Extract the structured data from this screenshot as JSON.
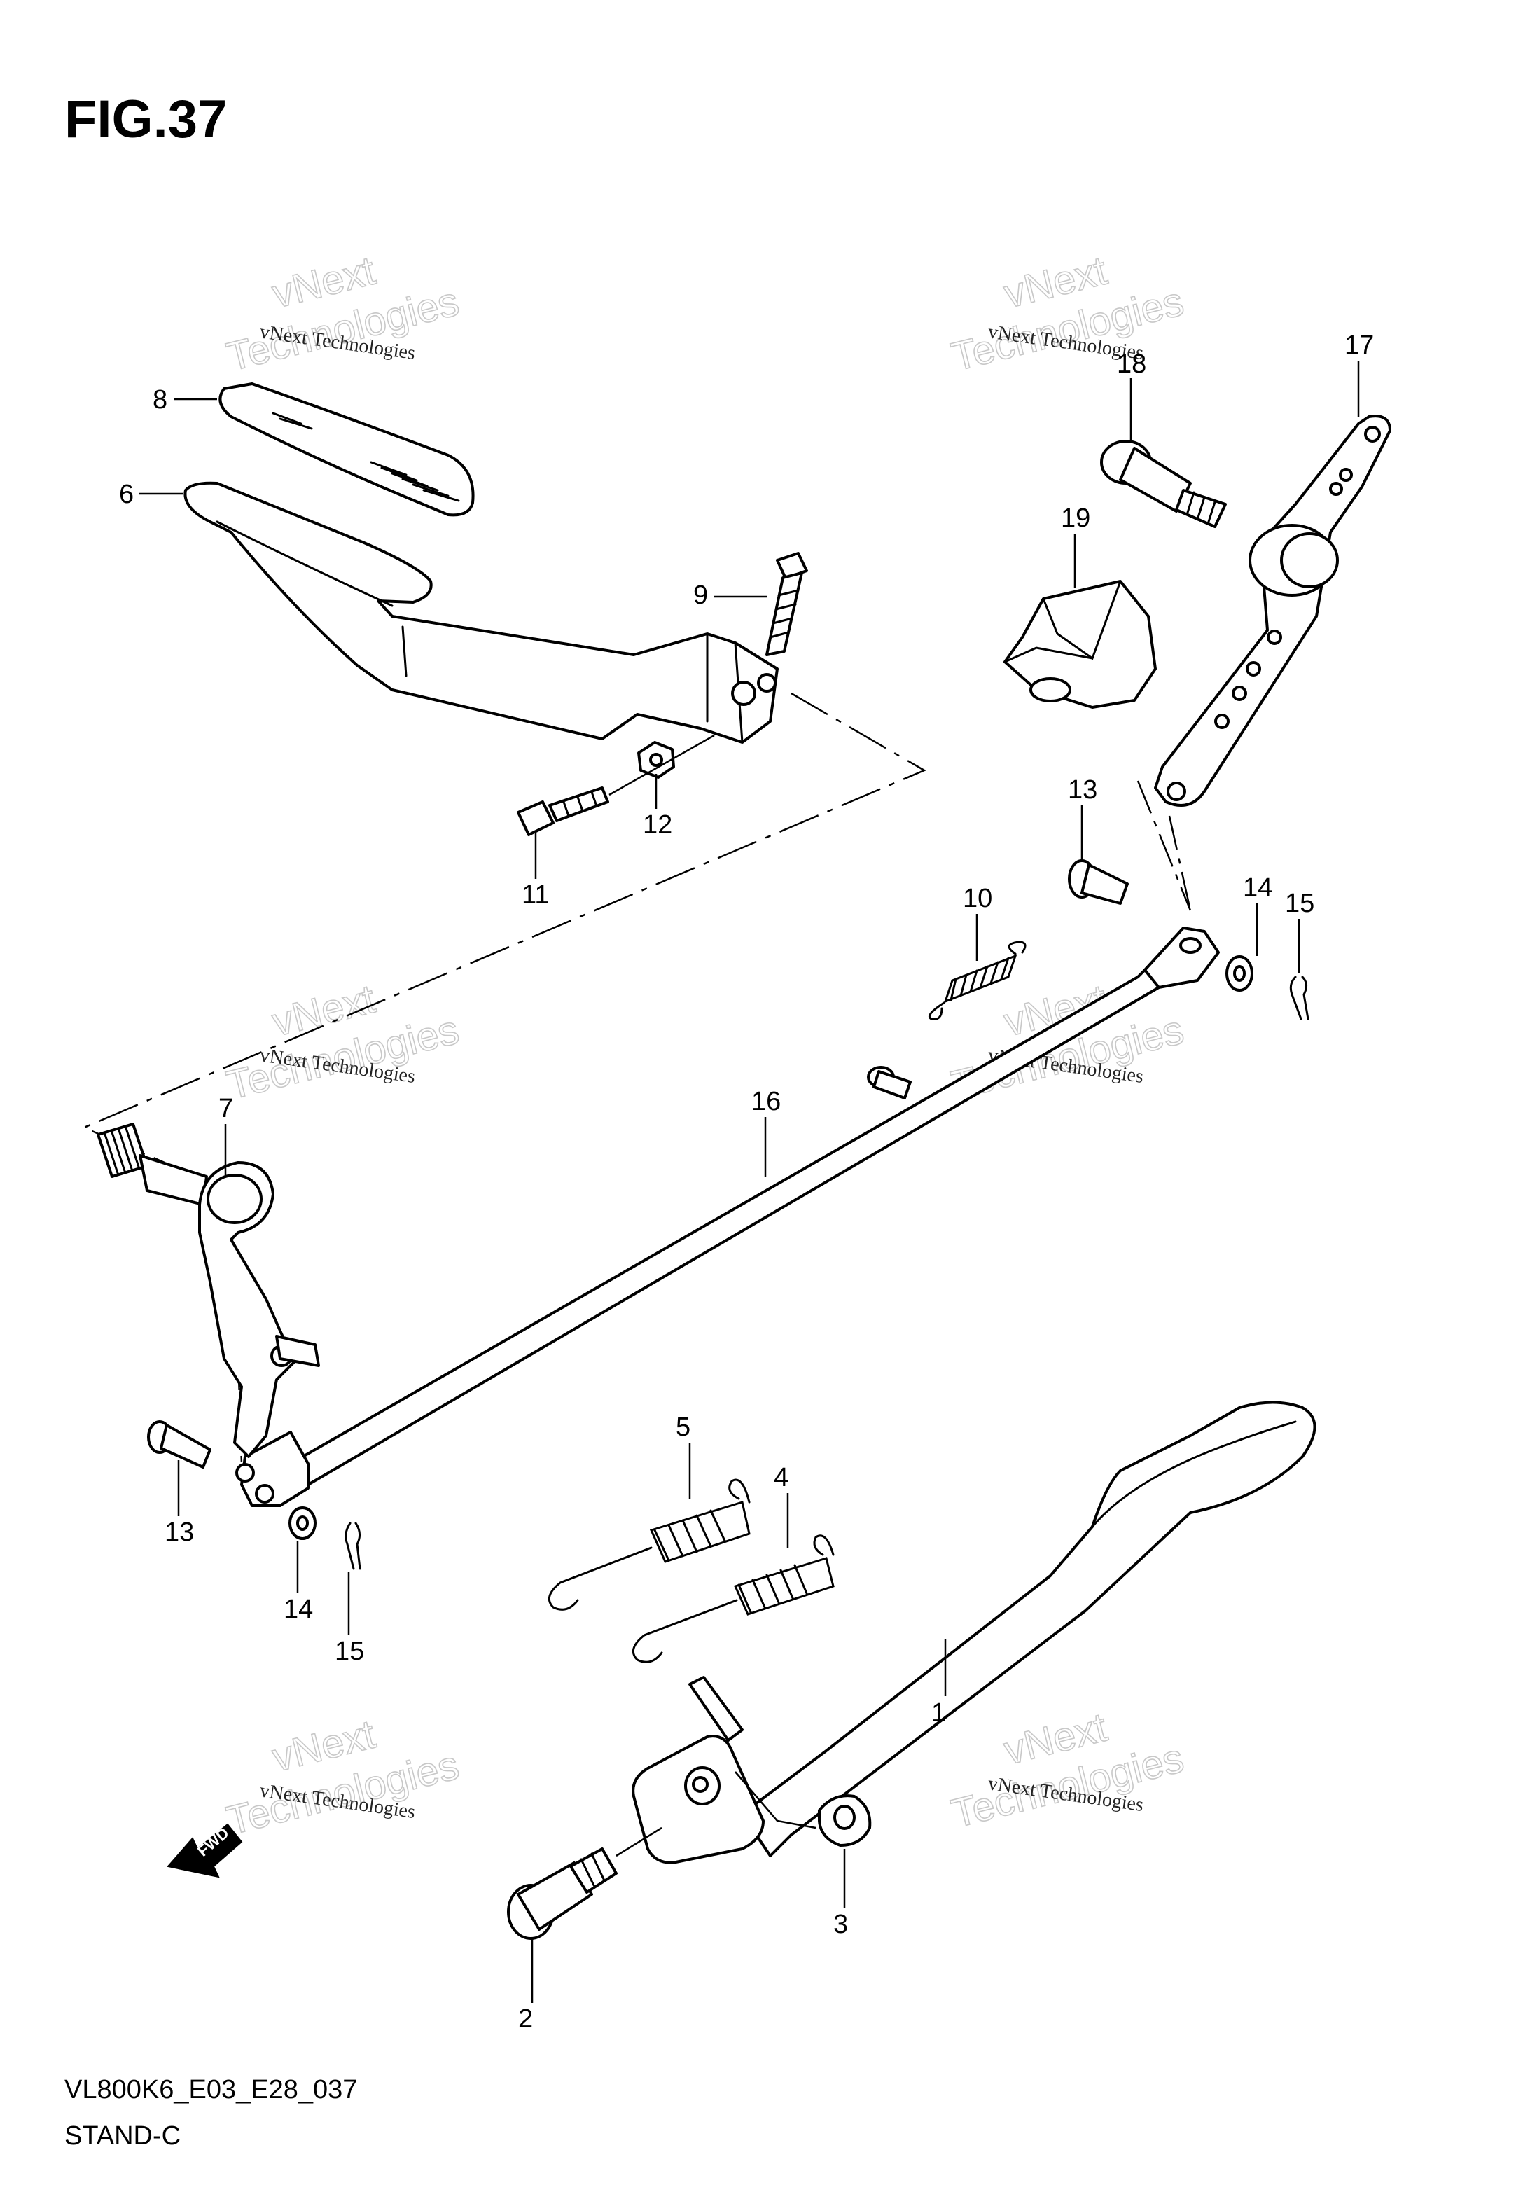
{
  "figure": {
    "title": "FIG.37",
    "model_code": "VL800K6_E03_E28_037",
    "section": "STAND-C"
  },
  "watermark": {
    "line1": "vNext Technologies",
    "line2": "vNext",
    "line3": "Technologies"
  },
  "fwd_label": "FWD",
  "callouts": [
    "1",
    "2",
    "3",
    "4",
    "5",
    "6",
    "7",
    "8",
    "9",
    "10",
    "11",
    "12",
    "13",
    "14",
    "15",
    "16",
    "17",
    "18",
    "19",
    "13",
    "14",
    "15"
  ]
}
